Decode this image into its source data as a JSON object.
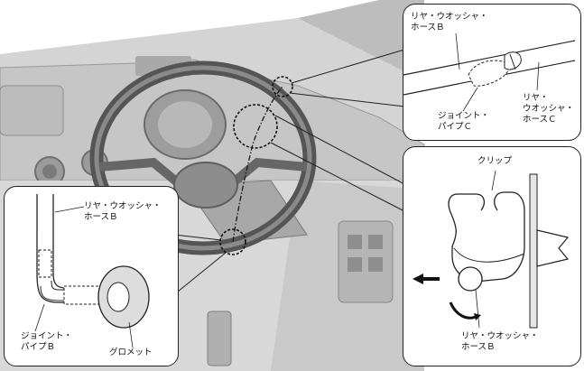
{
  "callouts": {
    "top_right": {
      "hose_b": "リヤ・ウオッシャ・\nホースＢ",
      "joint_pipe_c": "ジョイント・\nパイプＣ",
      "hose_c": "リヤ・\nウオッシャ・\nホースＣ"
    },
    "left": {
      "hose_b": "リヤ・ウオッシャ・\nホースＢ",
      "joint_pipe_b": "ジョイント・\nパイプＢ",
      "grommet": "グロメット"
    },
    "right": {
      "clip": "クリップ",
      "hose_b": "リヤ・ウオッシャ・\nホースＢ"
    }
  },
  "colors": {
    "line": "#222222",
    "fill_light": "#e9e9e9",
    "fill_mid": "#cfcfcf",
    "fill_dark": "#8a8a8a"
  }
}
